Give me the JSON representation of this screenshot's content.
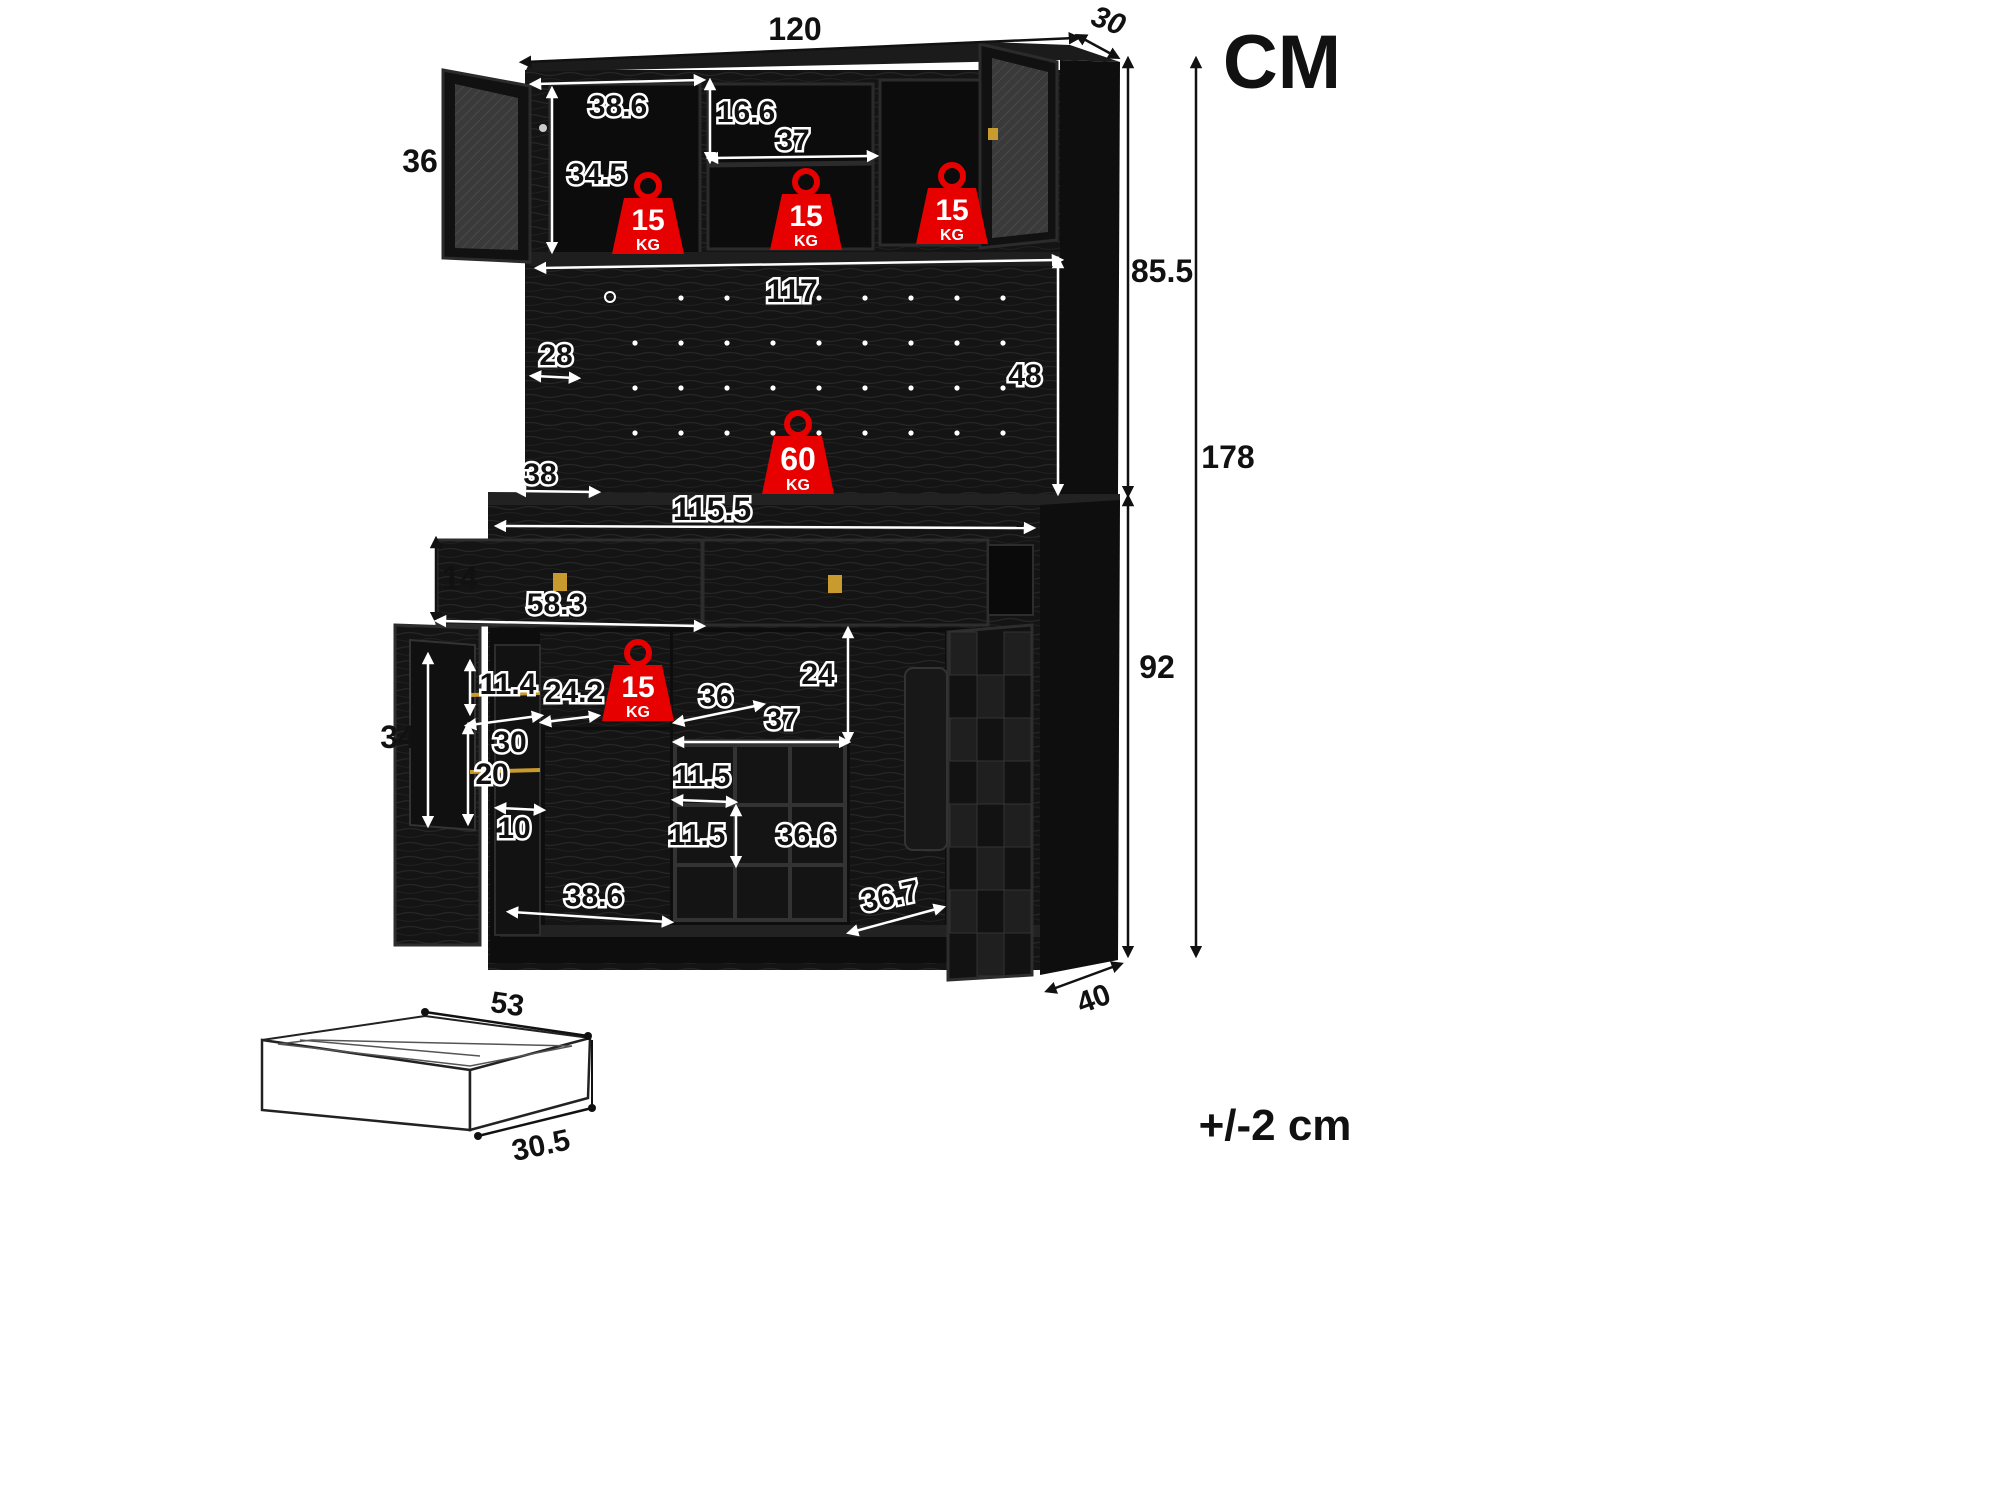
{
  "unit_label": "CM",
  "tolerance_label": "+/-2 cm",
  "colors": {
    "cabinet": "#151515",
    "cabinet_dark": "#0b0b0b",
    "wood_grain": "#2a2a2a",
    "weight_badge": "#e60000",
    "handle": "#c99a2e",
    "text": "#111111"
  },
  "overall": {
    "width": "120",
    "depth_top": "30",
    "depth_bottom": "40",
    "total_height": "178",
    "upper_height": "85.5",
    "lower_height": "92"
  },
  "upper": {
    "glass_door_height": "36",
    "left_compartment_width": "38.6",
    "left_compartment_height": "34.5",
    "center_shelf_height": "16.6",
    "center_compartment_width": "37",
    "inner_width": "117",
    "pegboard_depth": "28",
    "pegboard_height": "48",
    "counter_depth": "38"
  },
  "loads": {
    "cabinet_left": "15",
    "cabinet_center": "15",
    "cabinet_right": "15",
    "hutch": "60",
    "lower_shelf": "15",
    "unit": "KG"
  },
  "lower": {
    "counter_width": "115.5",
    "drawer_height": "14",
    "drawer_width": "58.3",
    "door_storage_height": "34",
    "door_rack_height": "11.4",
    "door_rack_width": "24.2",
    "door_shelf_depth": "30",
    "door_rack_lower_height": "20",
    "door_rack_depth": "10",
    "bottom_left_width": "38.6",
    "center_top_height": "24",
    "center_top_depth": "36",
    "center_top_width": "37",
    "wine_cell_height_1": "11.5",
    "wine_cell_height_2": "11.5",
    "wine_rack_height": "36.6",
    "bottom_right_width": "36.7"
  },
  "drawer_detail": {
    "length": "53",
    "width": "30.5"
  }
}
